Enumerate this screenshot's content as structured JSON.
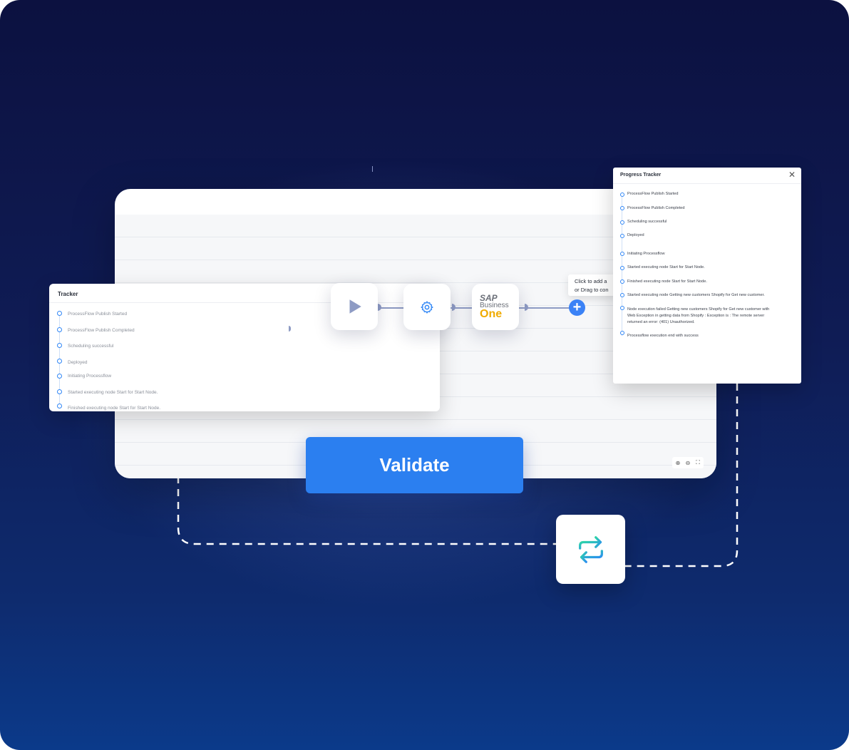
{
  "canvas": {
    "zoom_in": "⊕",
    "zoom_out": "⊖",
    "fit": "⛶"
  },
  "tracker": {
    "title": "Tracker",
    "items": [
      "ProcessFlow Publish Started",
      "ProcessFlow Publish Completed",
      "Scheduling successful",
      "Deployed",
      "Initiating Processflow",
      "Started executing node Start for Start Node.",
      "Finished executing node Start for Start Node."
    ]
  },
  "nodes": {
    "start": {
      "icon": "play-icon"
    },
    "settings": {
      "icon": "gear-icon"
    },
    "sap": {
      "line1": "SAP",
      "line2": "Business",
      "line3": "One"
    }
  },
  "add_hint": {
    "line1": "Click to add a",
    "line2": "or Drag to con"
  },
  "progress_tracker": {
    "title": "Progress Tracker",
    "close_icon": "close-icon",
    "items": [
      "ProcessFlow Publish Started",
      "ProcessFlow Publish Completed",
      "Scheduling successful",
      "Deployed",
      "Initiating Processflow",
      "Started executing node Start for Start Node.",
      "Finished executing node Start for Start Node.",
      "Started executing node Getting new customers Shopify for Get new customer.",
      "Node execution failed Getting new customers Shopify for Get new customer with",
      "Web Exception in getting data from Shopify : Exception is : The remote server",
      "returned an error: (401) Unauthorized.",
      "Processflow execution end with success"
    ]
  },
  "validate": {
    "label": "Validate"
  },
  "loop": {
    "icon": "repeat-icon"
  },
  "colors": {
    "accent": "#2b7ff0",
    "node_link": "#8e9bc4",
    "loop_gradient_start": "#2dd4a8",
    "loop_gradient_end": "#2b8ff0"
  }
}
